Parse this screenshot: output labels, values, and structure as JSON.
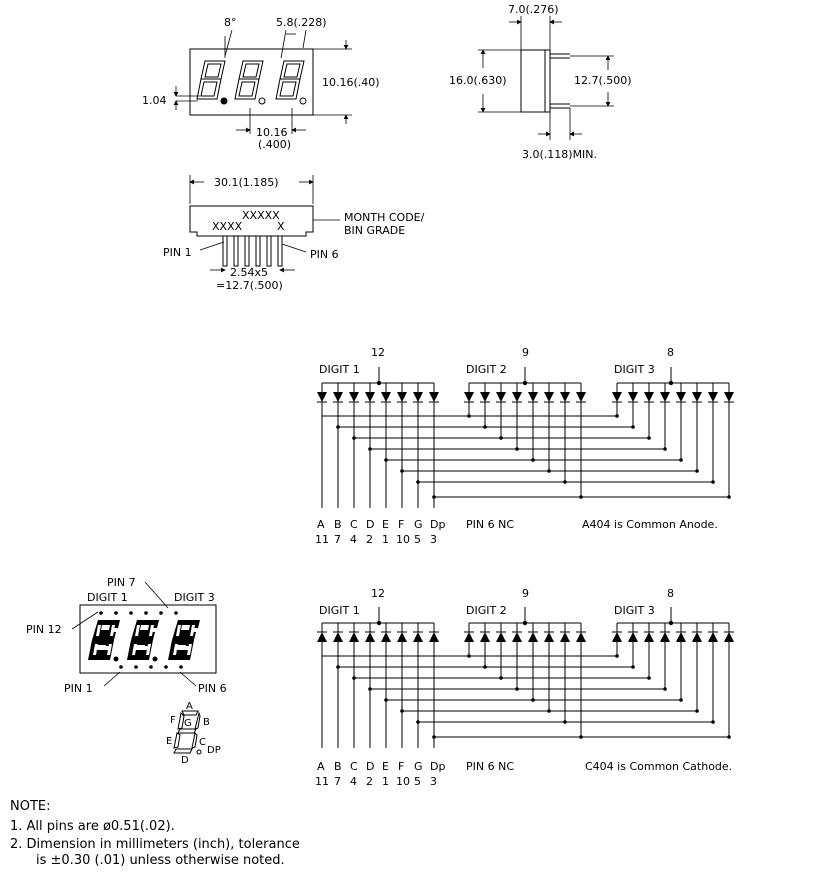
{
  "top_view": {
    "angle": "8°",
    "seg_width": "5.8(.228)",
    "height": "10.16(.40)",
    "seg_thick": "1.04",
    "pitch_mm": "10.16",
    "pitch_in": "(.400)"
  },
  "side_view": {
    "depth": "7.0(.276)",
    "body_h": "16.0(.630)",
    "pin_span": "12.7(.500)",
    "pin_len": "3.0(.118)MIN."
  },
  "bottom_view": {
    "width": "30.1(1.185)",
    "code1": "XXXXX",
    "code2": "XXXX",
    "code3": "X",
    "code_label1": "MONTH CODE/",
    "code_label2": "BIN GRADE",
    "pin1": "PIN 1",
    "pin6": "PIN 6",
    "pin_pitch1": "2.54x5",
    "pin_pitch2": "=12.7(.500)"
  },
  "anode": {
    "com_pins": [
      "12",
      "9",
      "8"
    ],
    "digits": [
      "DIGIT 1",
      "DIGIT 2",
      "DIGIT 3"
    ],
    "seg_letters": [
      "A",
      "B",
      "C",
      "D",
      "E",
      "F",
      "G",
      "Dp"
    ],
    "seg_pins": [
      "11",
      "7",
      "4",
      "2",
      "1",
      "10",
      "5",
      "3"
    ],
    "nc": "PIN 6 NC",
    "caption": "A404 is Common Anode."
  },
  "cathode": {
    "com_pins": [
      "12",
      "9",
      "8"
    ],
    "digits": [
      "DIGIT 1",
      "DIGIT 2",
      "DIGIT 3"
    ],
    "seg_letters": [
      "A",
      "B",
      "C",
      "D",
      "E",
      "F",
      "G",
      "Dp"
    ],
    "seg_pins": [
      "11",
      "7",
      "4",
      "2",
      "1",
      "10",
      "5",
      "3"
    ],
    "nc": "PIN 6 NC",
    "caption": "C404 is Common Cathode."
  },
  "front_view": {
    "pin7": "PIN 7",
    "digit1": "DIGIT 1",
    "digit3": "DIGIT 3",
    "pin12": "PIN 12",
    "pin1": "PIN 1",
    "pin6": "PIN 6"
  },
  "segment_map": {
    "a": "A",
    "b": "B",
    "c": "C",
    "d": "D",
    "e": "E",
    "f": "F",
    "g": "G",
    "dp": "DP"
  },
  "notes": {
    "title": "NOTE:",
    "n1": "1. All pins are ø0.51(.02).",
    "n2": "2. Dimension in millimeters (inch), tolerance",
    "n3": "is ±0.30 (.01) unless otherwise noted."
  }
}
